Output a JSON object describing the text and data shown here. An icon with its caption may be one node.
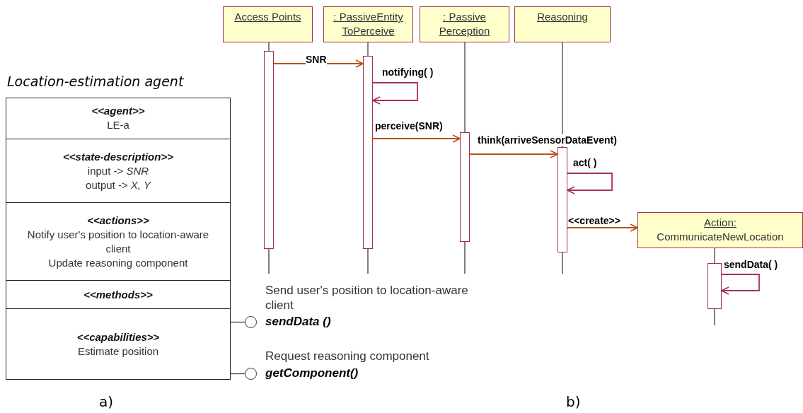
{
  "diagram": {
    "nodes": [
      {
        "text": [
          "Location-estimation agent"
        ]
      },
      {
        "text": [
          "<<agent>>",
          "LE-a"
        ],
        "in": 0
      },
      {
        "text": [
          "<<state-description>>",
          "input -> *SNR*",
          "output -> *X, Y*"
        ],
        "in": 0
      },
      {
        "text": [
          "<<actions>>",
          "Notify user's position to location-aware client",
          "Update reasoning component"
        ],
        "in": 0
      },
      {
        "text": [
          "<<methods>>"
        ],
        "in": 0
      },
      {
        "text": [
          "<<capabilities>>",
          "Estimate position"
        ],
        "in": 0
      },
      {
        "text": [],
        "shape": "circle",
        "beside": [
          "Send user's position to location-aware client",
          "sendData ()"
        ]
      },
      {
        "text": [],
        "shape": "circle",
        "beside": [
          "Request reasoning component",
          "getComponent()"
        ]
      },
      {
        "text": [
          "Access Points"
        ]
      },
      {
        "text": [
          ": PassiveEntity ToPerceive"
        ]
      },
      {
        "text": [
          ": Passive Perception"
        ]
      },
      {
        "text": [
          "Reasoning"
        ]
      },
      {
        "text": [
          "Action:",
          "CommunicateNewLocation"
        ]
      },
      {
        "text": [],
        "shape": "bar"
      },
      {
        "text": [],
        "shape": "bar"
      },
      {
        "text": [],
        "shape": "bar"
      },
      {
        "text": [],
        "shape": "bar"
      },
      {
        "text": [],
        "shape": "bar"
      }
    ],
    "edges": [
      {
        "from": 5,
        "to": 6,
        "arrow": "none"
      },
      {
        "from": 5,
        "to": 7,
        "arrow": "none"
      },
      {
        "from": 8,
        "to": 13,
        "arrow": "none"
      },
      {
        "from": 9,
        "to": 14,
        "arrow": "none"
      },
      {
        "from": 10,
        "to": 15,
        "arrow": "none"
      },
      {
        "from": 11,
        "to": 16,
        "arrow": "none"
      },
      {
        "from": 12,
        "to": 17,
        "arrow": "none"
      },
      {
        "from": 13,
        "to": 14,
        "arrow": "to",
        "label": "SNR",
        "color": "#b5541c"
      },
      {
        "from": 14,
        "to": 14,
        "arrow": "to",
        "label": "notifying( )",
        "color": "#a8305a"
      },
      {
        "from": 14,
        "to": 15,
        "arrow": "to",
        "label": "perceive(SNR)",
        "color": "#b5541c"
      },
      {
        "from": 15,
        "to": 16,
        "arrow": "to",
        "label": "think(arriveSensorDataEvent)",
        "color": "#b5541c"
      },
      {
        "from": 16,
        "to": 16,
        "arrow": "to",
        "label": "act( )",
        "color": "#a8305a"
      },
      {
        "from": 16,
        "to": 12,
        "arrow": "to",
        "label": "<<create>>",
        "color": "#b5541c"
      },
      {
        "from": 17,
        "to": 17,
        "arrow": "to",
        "label": "sendData( )",
        "color": "#a8305a"
      }
    ],
    "labels": [
      "a)",
      "b)"
    ]
  }
}
